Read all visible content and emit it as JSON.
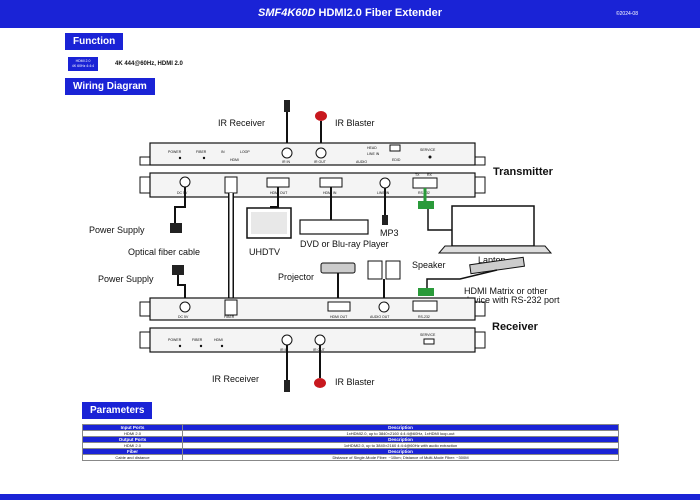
{
  "header": {
    "model": "SMF4K60D",
    "product": "HDMI2.0 Fiber Extender",
    "date": "©2024-08"
  },
  "function": {
    "heading": "Function",
    "badge_line1": "HDMI 2.0",
    "badge_line2": "4K 60Hz 4:4:4",
    "feature_text": "4K 444@60Hz, HDMI 2.0"
  },
  "wiring": {
    "heading": "Wiring Diagram",
    "labels": {
      "ir_receiver_top": "IR Receiver",
      "ir_blaster_top": "IR Blaster",
      "transmitter": "Transmitter",
      "power_supply_1": "Power Supply",
      "uhdtv": "UHDTV",
      "dvd": "DVD or Blu-ray Player",
      "mp3": "MP3",
      "laptop": "Laptop",
      "optical": "Optical fiber cable",
      "power_supply_2": "Power Supply",
      "projector": "Projector",
      "speaker": "Speaker",
      "hdmi_matrix": "HDMI Matrix or other",
      "hdmi_matrix2": "device with RS-232 port",
      "receiver": "Receiver",
      "ir_receiver_bottom": "IR Receiver",
      "ir_blaster_bottom": "IR Blaster"
    },
    "tx_front": [
      "POWER",
      "FIBER",
      "IN",
      "LOOP",
      "HDMI",
      "IR IN",
      "IR OUT",
      "HEAD",
      "LINE IN",
      "AUDIO",
      "EDID",
      "SERVICE"
    ],
    "tx_back": [
      "DC 5V",
      "HDMI OUT",
      "HDMI IN",
      "LINE IN",
      "RS-232",
      "TX",
      "RX"
    ],
    "rx_back": [
      "DC 5V",
      "FIBER",
      "HDMI OUT",
      "AUDIO OUT",
      "RS-232"
    ],
    "rx_front": [
      "POWER",
      "FIBER",
      "HDMI",
      "IR IN",
      "IR OUT",
      "SERVICE"
    ]
  },
  "parameters": {
    "heading": "Parameters",
    "rows": [
      {
        "key": "Input Ports",
        "value": "Description",
        "header": true
      },
      {
        "key": "HDMI 2.0",
        "value": "1xHDMI2.0, up to 3840×2160 4:4:4@60Hz, 1xHDMI loop-out",
        "header": false
      },
      {
        "key": "Output Ports",
        "value": "Description",
        "header": true
      },
      {
        "key": "HDMI 2.0",
        "value": "1xHDMI2.0, up to 3840×2160 4:4:4@60Hz with audio extraction",
        "header": false
      },
      {
        "key": "Fiber",
        "value": "Description",
        "header": true
      },
      {
        "key": "Cable and distance",
        "value": "Distance of Single-Mode Fiber: ~10km; Distance of Multi-Mode Fiber: ~300M",
        "header": false
      }
    ]
  }
}
